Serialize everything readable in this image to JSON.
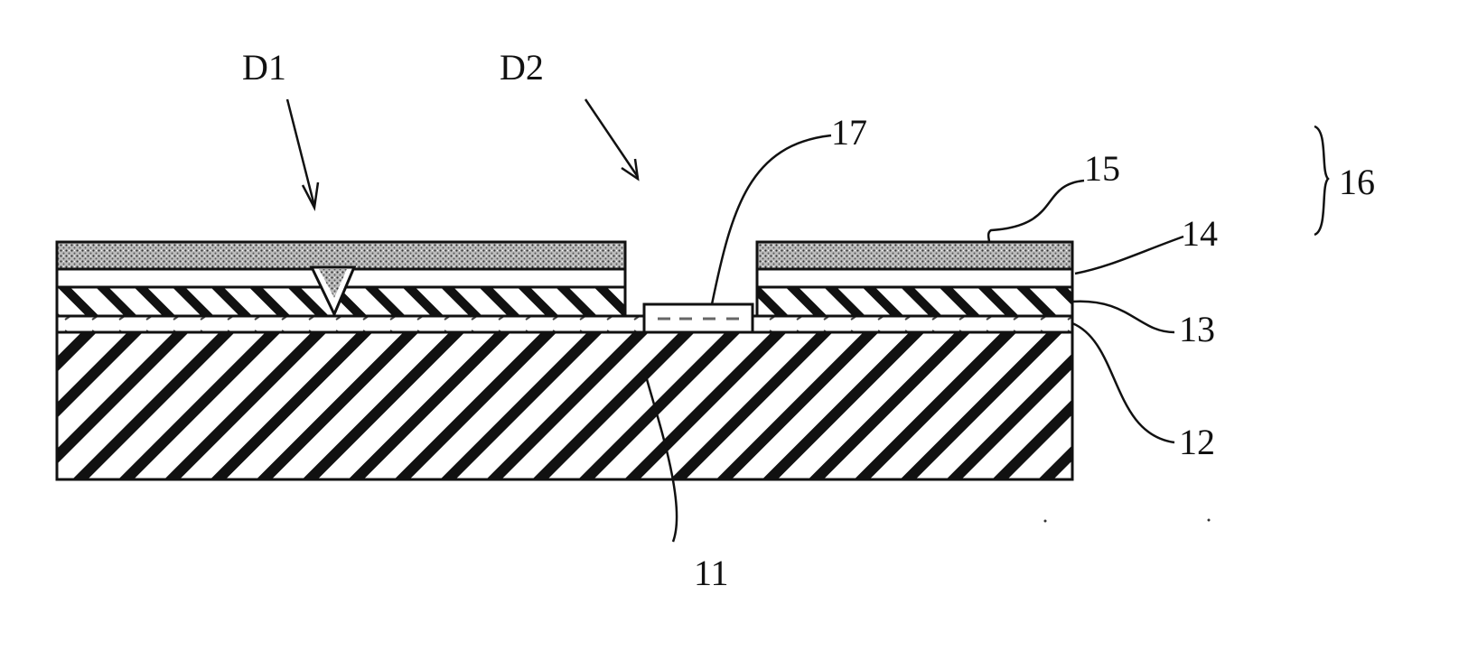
{
  "figure": {
    "labels": {
      "d1": "D1",
      "d2": "D2",
      "l11": "11",
      "l12": "12",
      "l13": "13",
      "l14": "14",
      "l15": "15",
      "l16": "16",
      "l17": "17"
    }
  }
}
